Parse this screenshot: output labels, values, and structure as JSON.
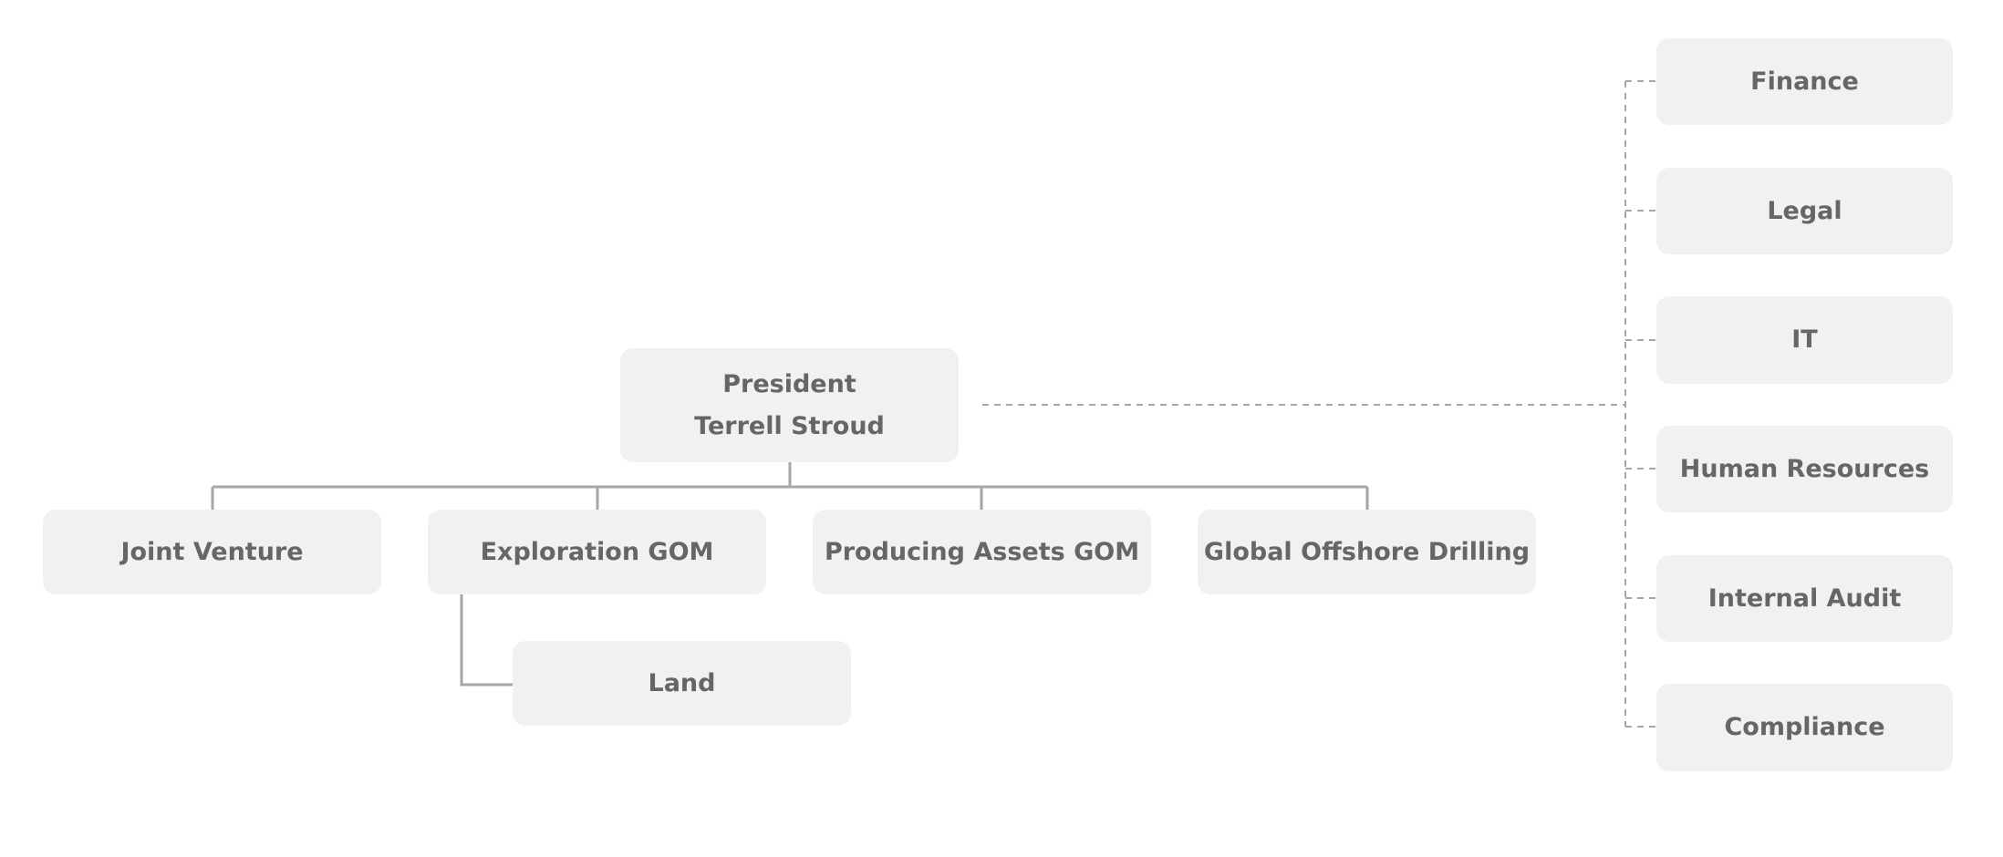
{
  "president": {
    "title": "President",
    "name": "Terrell Stroud"
  },
  "departments": [
    {
      "label": "Joint Venture"
    },
    {
      "label": "Exploration GOM"
    },
    {
      "label": "Producing Assets GOM"
    },
    {
      "label": "Global Offshore Drilling"
    }
  ],
  "sub_units": [
    {
      "label": "Land",
      "parent": "Exploration GOM"
    }
  ],
  "staff_functions": [
    {
      "label": "Finance"
    },
    {
      "label": "Legal"
    },
    {
      "label": "IT"
    },
    {
      "label": "Human Resources"
    },
    {
      "label": "Internal Audit"
    },
    {
      "label": "Compliance"
    }
  ],
  "colors": {
    "node_fill": "#f0f1f0",
    "text": "#666666",
    "connector": "#a6a6a6"
  }
}
